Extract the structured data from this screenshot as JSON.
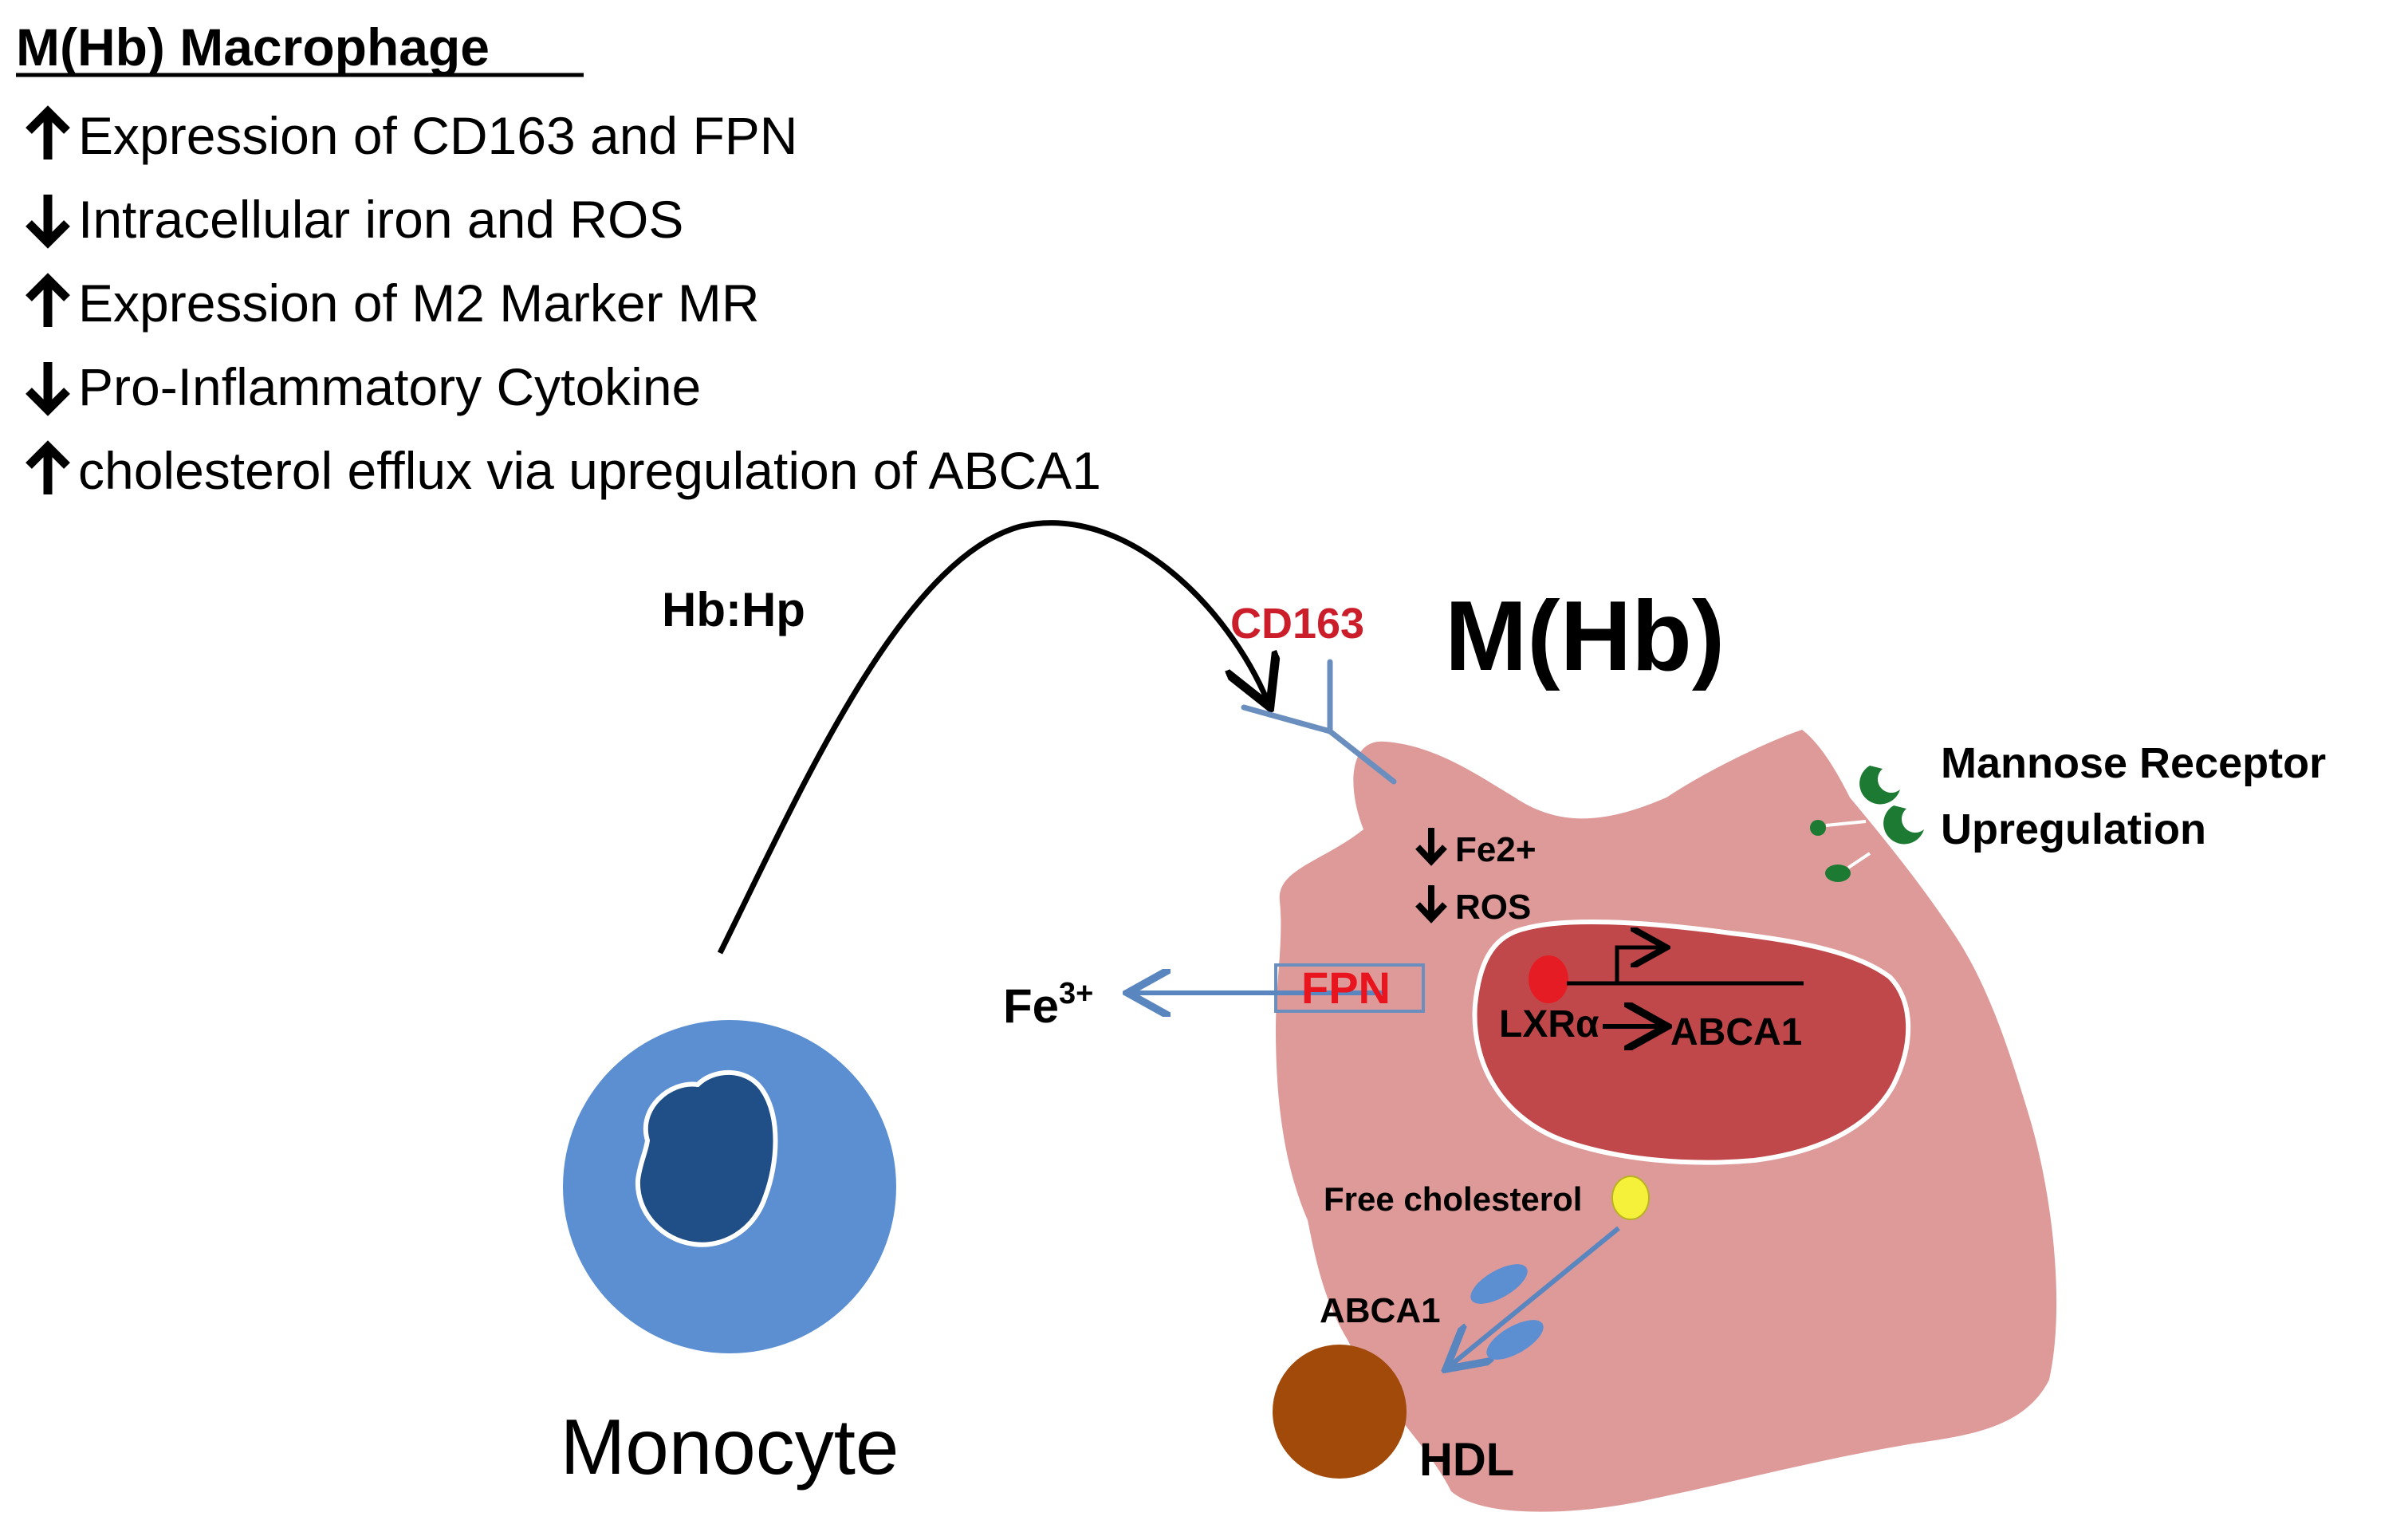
{
  "header": {
    "title": "M(Hb) Macrophage",
    "effects": [
      {
        "direction": "up",
        "text": "Expression of CD163 and FPN"
      },
      {
        "direction": "down",
        "text": "Intracellular iron and ROS"
      },
      {
        "direction": "up",
        "text": "Expression of M2 Marker MR"
      },
      {
        "direction": "down",
        "text": "Pro-Inflammatory Cytokine"
      },
      {
        "direction": "up",
        "text": "cholesterol efflux via upregulation of ABCA1"
      }
    ]
  },
  "labels": {
    "hb_hp": "Hb:Hp",
    "cd163": "CD163",
    "mhb": "M(Hb)",
    "fe2": "Fe2+",
    "ros": "ROS",
    "fe3_base": "Fe",
    "fe3_sup": "3+",
    "fpn": "FPN",
    "lxr": "LXRα",
    "abca1_gene": "ABCA1",
    "mannose_line1": "Mannose Receptor",
    "mannose_line2": "Upregulation",
    "free_cholesterol": "Free cholesterol",
    "abca1_transporter": "ABCA1",
    "hdl": "HDL",
    "monocyte": "Monocyte"
  },
  "colors": {
    "macrophage": "#dd9a98",
    "nucleus": "#c0484a",
    "monocyte": "#5b8fd2",
    "monocyte_nucleus": "#1f4f86",
    "receptor": "#6a8fbf",
    "red_label": "#cc1d2b",
    "hdl": "#a14a09",
    "cholesterol": "#f5f03a",
    "mannose": "#1d7a33",
    "lxr_dot": "#e61c24"
  }
}
